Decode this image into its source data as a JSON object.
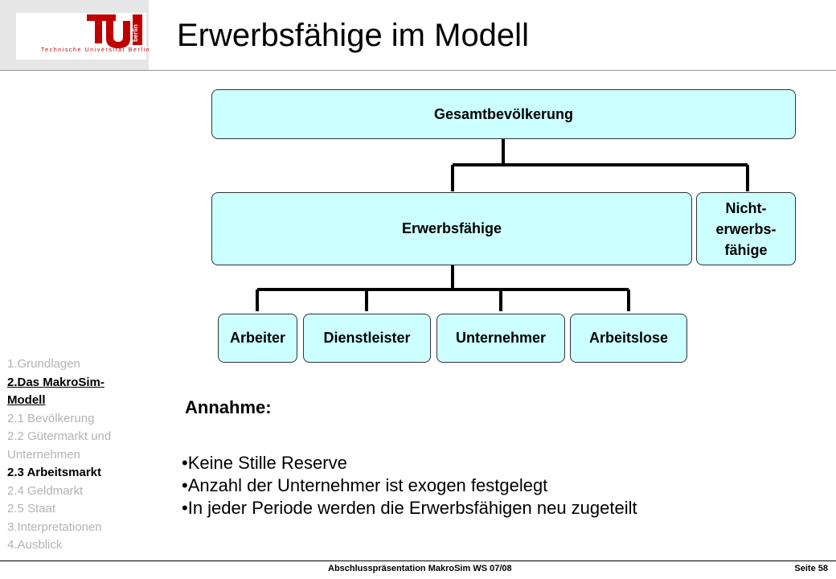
{
  "header": {
    "logo_subtitle": "Technische Universität Berlin",
    "logo_word": "berlin",
    "title": "Erwerbsfähige im Modell"
  },
  "diagram": {
    "gesamt": "Gesamtbevölkerung",
    "erwerbsfaehige": "Erwerbsfähige",
    "nicht_line1": "Nicht-",
    "nicht_line2": "erwerbs-",
    "nicht_line3": "fähige",
    "arbeiter": "Arbeiter",
    "dienstleister": "Dienstleister",
    "unternehmer": "Unternehmer",
    "arbeitslose": "Arbeitslose"
  },
  "nav": {
    "items": [
      "1.Grundlagen",
      "2.Das MakroSim-",
      "Modell",
      "2.1 Bevölkerung",
      "2.2 Gütermarkt und",
      "Unternehmen",
      "2.3 Arbeitsmarkt",
      "2.4 Geldmarkt",
      "2.5 Staat",
      "3.Interpretationen",
      "4.Ausblick"
    ]
  },
  "content": {
    "heading": "Annahme:",
    "bullets": [
      "•Keine Stille Reserve",
      "•Anzahl der Unternehmer ist exogen festgelegt",
      "•In jeder Periode werden die Erwerbsfähigen neu zugeteilt"
    ]
  },
  "footer": {
    "text": "Abschlusspräsentation MakroSim WS 07/08",
    "page": "Seite 58"
  },
  "colors": {
    "box_fill": "#ccffff",
    "logo_red": "#c00000",
    "nav_dim": "#b3b3b3"
  }
}
